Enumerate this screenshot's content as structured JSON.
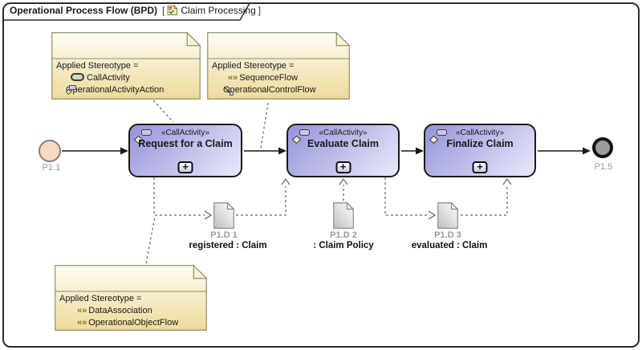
{
  "frame": {
    "title": "Operational Process Flow (BPD)",
    "bracket_open": "[",
    "context_name": "Claim Processing",
    "bracket_close": "]"
  },
  "notes": [
    {
      "title": "Applied Stereotype =",
      "items": [
        {
          "icon": "callactivity-icon",
          "text": "CallActivity"
        },
        {
          "icon": "activity-action-icon",
          "text": "OperationalActivityAction"
        }
      ]
    },
    {
      "title": "Applied Stereotype =",
      "items": [
        {
          "prefix": "«»",
          "text": "SequenceFlow"
        },
        {
          "icon": "control-flow-icon",
          "text": "OperationalControlFlow"
        }
      ]
    },
    {
      "title": "Applied Stereotype =",
      "items": [
        {
          "prefix": "«»",
          "text": "DataAssociation"
        },
        {
          "prefix": "«»",
          "text": "OperationalObjectFlow"
        }
      ]
    }
  ],
  "tasks": [
    {
      "stereotype": "«CallActivity»",
      "name": "Request for a Claim",
      "marker": "+"
    },
    {
      "stereotype": "«CallActivity»",
      "name": "Evaluate Claim",
      "marker": "+"
    },
    {
      "stereotype": "«CallActivity»",
      "name": "Finalize Claim",
      "marker": "+"
    }
  ],
  "events": {
    "start": {
      "label": "P1.1"
    },
    "end": {
      "label": "P1.5"
    }
  },
  "data_objects": [
    {
      "id": "P1.D 1",
      "label": "registered : Claim"
    },
    {
      "id": "P1.D 2",
      "label": ": Claim Policy"
    },
    {
      "id": "P1.D 3",
      "label": "evaluated : Claim"
    }
  ],
  "colors": {
    "frame_border": "#2d2d2d",
    "note_border": "#8f8f68",
    "note_fill_top": "#fefdf6",
    "note_fill_bottom": "#eeda9a",
    "task_border": "#1a1a1a",
    "task_fill_dark": "#9593d9",
    "task_fill_light": "#e9e9fb",
    "start_fill": "#f7d8c2",
    "start_border": "#8a8078",
    "end_fill": "#9c9c9c",
    "end_border": "#111111",
    "doc_border": "#8a8a8a",
    "connector_gray": "#666666",
    "label_gray": "#9a9a9a",
    "guillemet": "#8a7430",
    "text_dark": "#1a1a1a"
  }
}
